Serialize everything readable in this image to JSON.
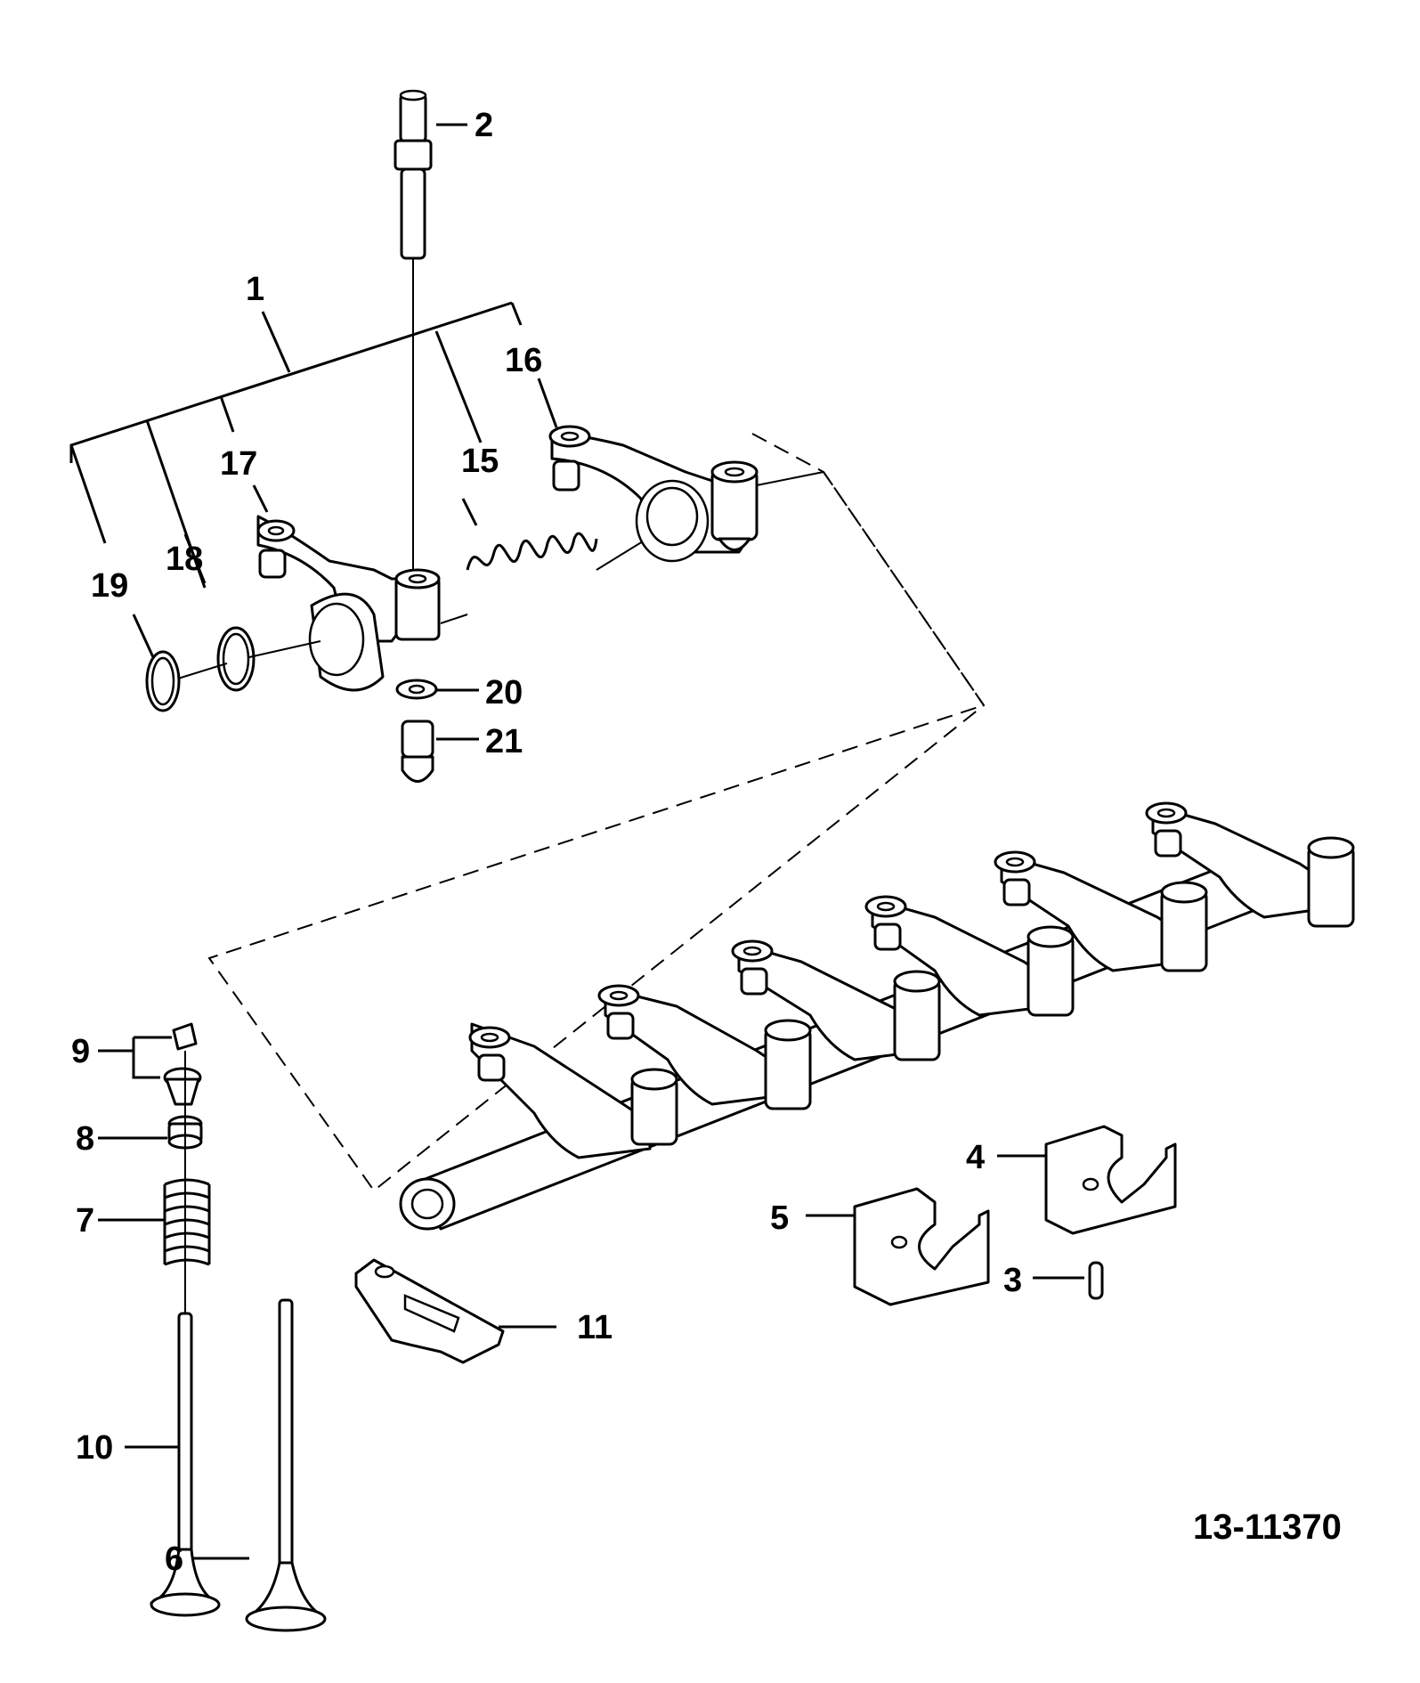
{
  "diagram": {
    "reference_number": "13-11370",
    "callouts": {
      "c1": "1",
      "c2": "2",
      "c3": "3",
      "c4": "4",
      "c5": "5",
      "c6": "6",
      "c7": "7",
      "c8": "8",
      "c9": "9",
      "c10": "10",
      "c11": "11",
      "c15": "15",
      "c16": "16",
      "c17": "17",
      "c18": "18",
      "c19": "19",
      "c20": "20",
      "c21": "21"
    }
  }
}
